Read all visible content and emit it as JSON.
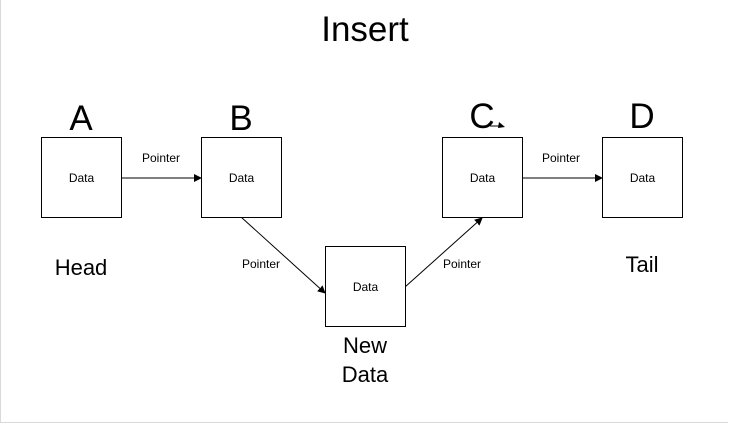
{
  "title": "Insert",
  "nodes": [
    {
      "id": "A",
      "letter": "A",
      "label": "Data",
      "caption": "Head"
    },
    {
      "id": "B",
      "letter": "B",
      "label": "Data",
      "caption": ""
    },
    {
      "id": "C",
      "letter": "C",
      "label": "Data",
      "caption": ""
    },
    {
      "id": "D",
      "letter": "D",
      "label": "Data",
      "caption": "Tail"
    },
    {
      "id": "NEW",
      "letter": "",
      "label": "Data",
      "caption_line1": "New",
      "caption_line2": "Data"
    }
  ],
  "edges": [
    {
      "from": "A",
      "to": "B",
      "label": "Pointer"
    },
    {
      "from": "B",
      "to": "NEW",
      "label": "Pointer"
    },
    {
      "from": "NEW",
      "to": "C",
      "label": "Pointer"
    },
    {
      "from": "C",
      "to": "D",
      "label": "Pointer"
    }
  ]
}
